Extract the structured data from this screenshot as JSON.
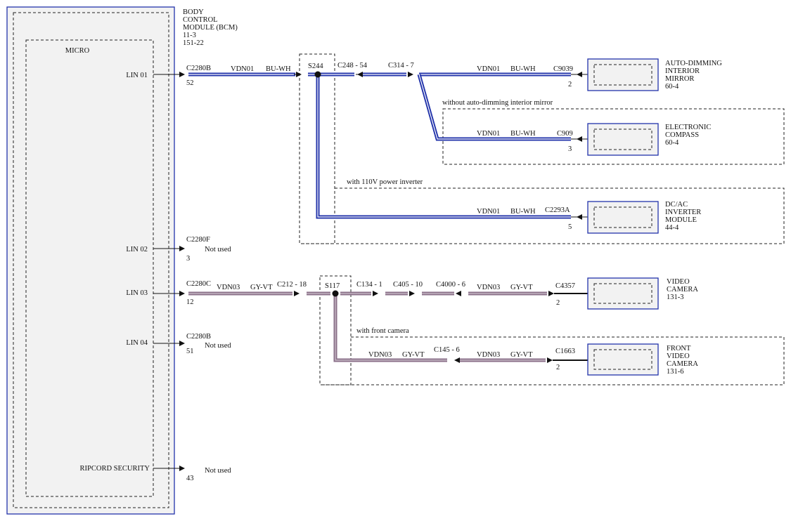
{
  "bcm": {
    "title_lines": [
      "BODY",
      "CONTROL",
      "MODULE (BCM)",
      "11-3",
      "151-22"
    ],
    "micro_label": "MICRO",
    "pins": {
      "lin01": "LIN 01",
      "lin02": "LIN 02",
      "lin03": "LIN 03",
      "lin04": "LIN 04",
      "ripcord": "RIPCORD SECURITY"
    }
  },
  "connectors": {
    "lin01": {
      "id": "C2280B",
      "pin": "52"
    },
    "lin02": {
      "id": "C2280F",
      "pin": "3",
      "note": "Not used"
    },
    "lin03": {
      "id": "C2280C",
      "pin": "12"
    },
    "lin04": {
      "id": "C2280B",
      "pin": "51",
      "note": "Not used"
    },
    "ripcord": {
      "pin": "43",
      "note": "Not used"
    }
  },
  "circuit1": {
    "wire": "VDN01",
    "color": "BU-WH",
    "splice": "S244",
    "inline1": "C248 - 54",
    "inline2": "C314 - 7",
    "wire_color_hex": "#2233aa",
    "option_mirror": "without auto-dimming interior mirror",
    "option_inverter": "with 110V power inverter",
    "mirror": {
      "connector": "C9039",
      "pin": "2",
      "name_lines": [
        "AUTO-DIMMING",
        "INTERIOR",
        "MIRROR",
        "60-4"
      ]
    },
    "compass": {
      "connector": "C909",
      "pin": "3",
      "name_lines": [
        "ELECTRONIC",
        "COMPASS",
        "60-4"
      ]
    },
    "inverter": {
      "connector": "C2293A",
      "pin": "5",
      "name_lines": [
        "DC/AC",
        "INVERTER",
        "MODULE",
        "44-4"
      ]
    }
  },
  "circuit3": {
    "wire": "VDN03",
    "color": "GY-VT",
    "wire_color_hex": "#8a6f88",
    "inline_c212": "C212 - 18",
    "splice": "S117",
    "inline_c134": "C134 - 1",
    "inline_c405": "C405 - 10",
    "inline_c4000": "C4000 - 6",
    "inline_c145": "C145 - 6",
    "option_front": "with front camera",
    "camera": {
      "connector": "C4357",
      "pin": "2",
      "name_lines": [
        "VIDEO",
        "CAMERA",
        "131-3"
      ]
    },
    "front_camera": {
      "connector": "C1663",
      "pin": "2",
      "name_lines": [
        "FRONT",
        "VIDEO",
        "CAMERA",
        "131-6"
      ]
    }
  },
  "colors": {
    "module_border": "#2233aa",
    "module_fill": "#f2f2f2"
  }
}
